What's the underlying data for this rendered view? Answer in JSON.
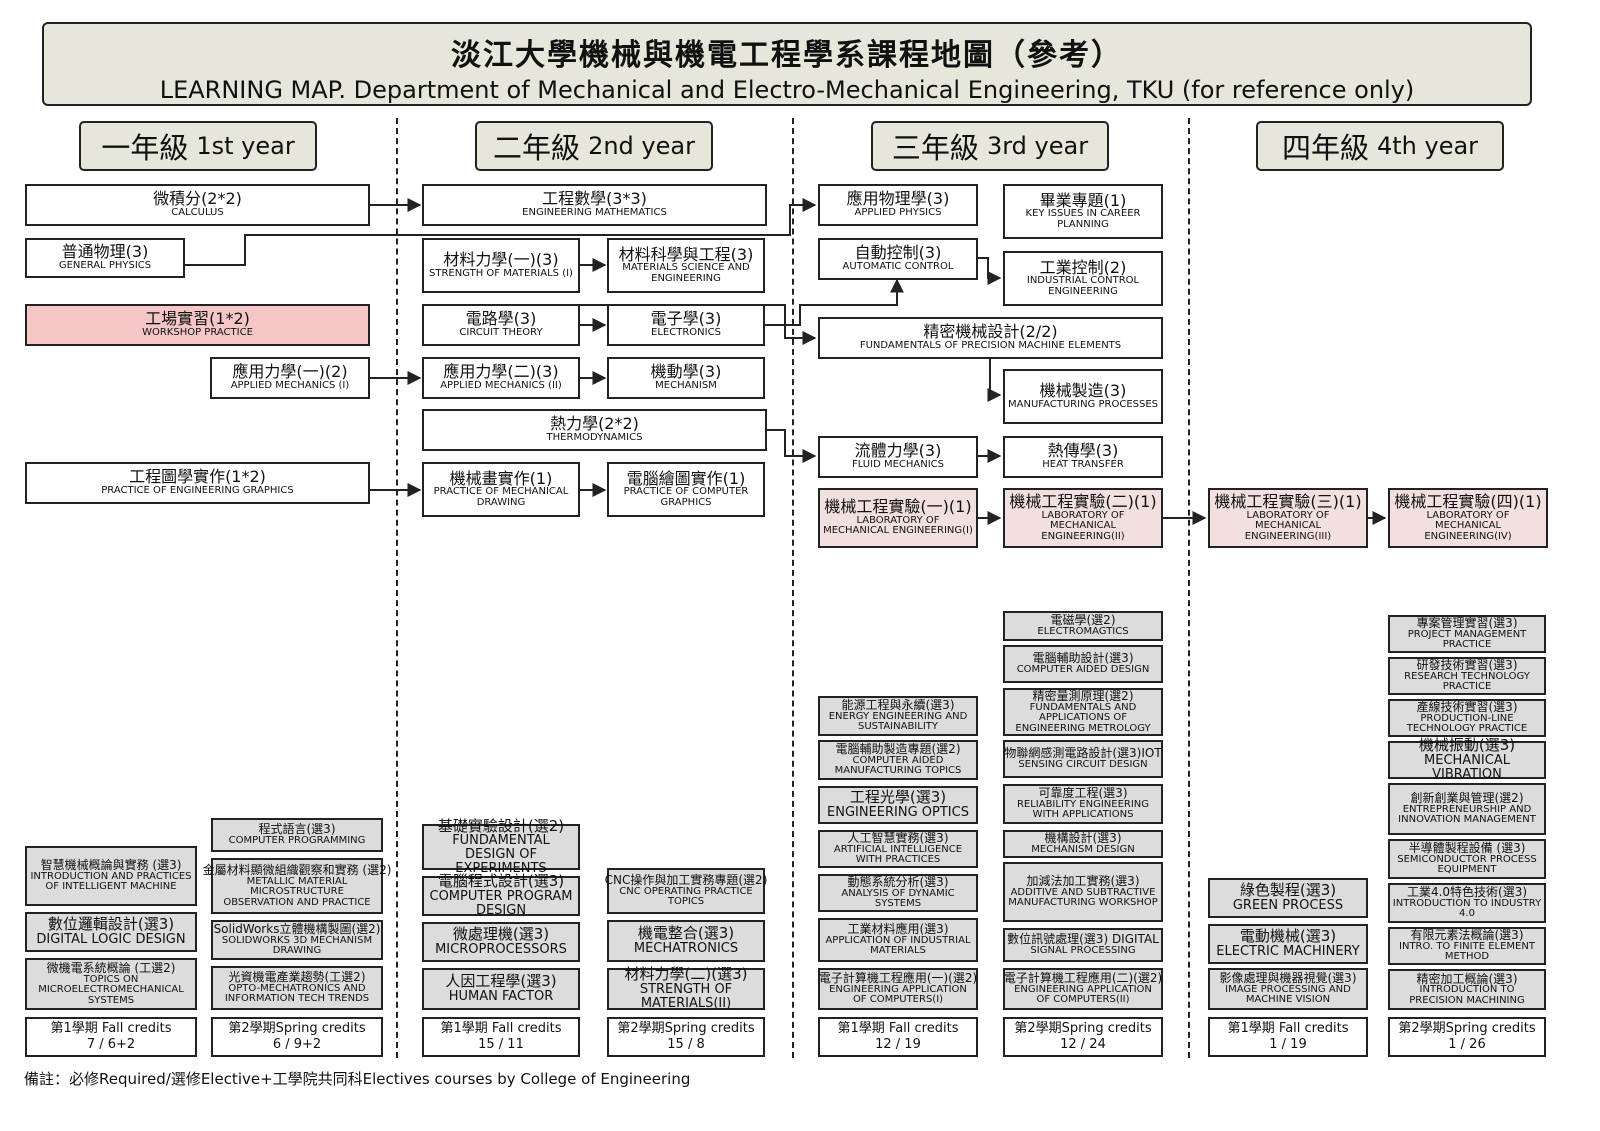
{
  "title": {
    "zh": "淡江大學機械與機電工程學系課程地圖（參考）",
    "en": "LEARNING MAP. Department of Mechanical and Electro-Mechanical Engineering, TKU (for reference only)"
  },
  "years": [
    {
      "zh": "一年級",
      "en": "1st year"
    },
    {
      "zh": "二年級",
      "en": "2nd year"
    },
    {
      "zh": "三年級",
      "en": "3rd year"
    },
    {
      "zh": "四年級",
      "en": "4th year"
    }
  ],
  "courses": {
    "calculus": {
      "zh": "微積分(2*2)",
      "en": "CALCULUS"
    },
    "physics": {
      "zh": "普通物理(3)",
      "en": "GENERAL PHYSICS"
    },
    "workshop": {
      "zh": "工場實習(1*2)",
      "en": "WORKSHOP PRACTICE"
    },
    "applied_mech1": {
      "zh": "應用力學(一)(2)",
      "en": "APPLIED MECHANICS (I)"
    },
    "eng_graphics": {
      "zh": "工程圖學實作(1*2)",
      "en": "PRACTICE OF ENGINEERING GRAPHICS"
    },
    "eng_math": {
      "zh": "工程數學(3*3)",
      "en": "ENGINEERING MATHEMATICS"
    },
    "strength1": {
      "zh": "材料力學(一)(3)",
      "en": "STRENGTH OF MATERIALS (I)"
    },
    "materials": {
      "zh": "材料科學與工程(3)",
      "en": "MATERIALS SCIENCE AND ENGINEERING"
    },
    "circuit": {
      "zh": "電路學(3)",
      "en": "CIRCUIT THEORY"
    },
    "electronics": {
      "zh": "電子學(3)",
      "en": "ELECTRONICS"
    },
    "applied_mech2": {
      "zh": "應用力學(二)(3)",
      "en": "APPLIED MECHANICS (II)"
    },
    "mechanism": {
      "zh": "機動學(3)",
      "en": "MECHANISM"
    },
    "thermo": {
      "zh": "熱力學(2*2)",
      "en": "THERMODYNAMICS"
    },
    "mech_drawing": {
      "zh": "機械畫實作(1)",
      "en": "PRACTICE OF MECHANICAL DRAWING"
    },
    "comp_graphics": {
      "zh": "電腦繪圖實作(1)",
      "en": "PRACTICE OF COMPUTER GRAPHICS"
    },
    "applied_physics": {
      "zh": "應用物理學(3)",
      "en": "APPLIED PHYSICS"
    },
    "auto_control": {
      "zh": "自動控制(3)",
      "en": "AUTOMATIC CONTROL"
    },
    "precision": {
      "zh": "精密機械設計(2/2)",
      "en": "FUNDAMENTALS OF PRECISION MACHINE ELEMENTS"
    },
    "fluid": {
      "zh": "流體力學(3)",
      "en": "FLUID MECHANICS"
    },
    "capstone": {
      "zh": "畢業專題(1)",
      "en": "KEY ISSUES IN CAREER PLANNING"
    },
    "ind_control": {
      "zh": "工業控制(2)",
      "en": "INDUSTRIAL CONTROL ENGINEERING"
    },
    "manufacturing": {
      "zh": "機械製造(3)",
      "en": "MANUFACTURING PROCESSES"
    },
    "heat": {
      "zh": "熱傳學(3)",
      "en": "HEAT TRANSFER"
    },
    "lab1": {
      "zh": "機械工程實驗(一)(1)",
      "en": "LABORATORY OF MECHANICAL ENGINEERING(I)"
    },
    "lab2": {
      "zh": "機械工程實驗(二)(1)",
      "en": "LABORATORY OF MECHANICAL ENGINEERING(II)"
    },
    "lab3": {
      "zh": "機械工程實驗(三)(1)",
      "en": "LABORATORY OF MECHANICAL ENGINEERING(III)"
    },
    "lab4": {
      "zh": "機械工程實驗(四)(1)",
      "en": "LABORATORY OF MECHANICAL ENGINEERING(IV)"
    }
  },
  "electives": {
    "y1_fall": [
      {
        "zh": "智慧機械概論與實務 (選3)",
        "en": "INTRODUCTION AND PRACTICES OF INTELLIGENT MACHINE"
      },
      {
        "zh": "數位邏輯設計(選3)",
        "en": "DIGITAL LOGIC DESIGN"
      },
      {
        "zh": "微機電系統概論 (工選2)",
        "en": "TOPICS ON MICROELECTROMECHANICAL SYSTEMS"
      }
    ],
    "y1_spring": [
      {
        "zh": "程式語言(選3)",
        "en": "COMPUTER PROGRAMMING"
      },
      {
        "zh": "金屬材料顯微組織觀察和實務 (選2)",
        "en": "METALLIC MATERIAL MICROSTRUCTURE OBSERVATION AND PRACTICE"
      },
      {
        "zh": "SolidWorks立體機構製圖(選2)",
        "en": "SOLIDWORKS 3D MECHANISM DRAWING"
      },
      {
        "zh": "光資機電產業趨勢(工選2)",
        "en": "OPTO-MECHATRONICS AND INFORMATION TECH TRENDS"
      }
    ],
    "y2_fall": [
      {
        "zh": "基礎實驗設計(選2)",
        "en": "FUNDAMENTAL DESIGN OF EXPERIMENTS"
      },
      {
        "zh": "電腦程式設計(選3)",
        "en": "COMPUTER PROGRAM DESIGN"
      },
      {
        "zh": "微處理機(選3)",
        "en": "MICROPROCESSORS"
      },
      {
        "zh": "人因工程學(選3)",
        "en": "HUMAN FACTOR"
      }
    ],
    "y2_spring": [
      {
        "zh": "CNC操作與加工實務專題(選2)",
        "en": "CNC OPERATING PRACTICE TOPICS"
      },
      {
        "zh": "機電整合(選3)",
        "en": "MECHATRONICS"
      },
      {
        "zh": "材料力學(二)(選3)",
        "en": "STRENGTH OF MATERIALS(II)"
      }
    ],
    "y3_fall": [
      {
        "zh": "能源工程與永續(選3)",
        "en": "ENERGY ENGINEERING AND SUSTAINABILITY"
      },
      {
        "zh": "電腦輔助製造專題(選2)",
        "en": "COMPUTER AIDED MANUFACTURING TOPICS"
      },
      {
        "zh": "工程光學(選3)",
        "en": "ENGINEERING OPTICS"
      },
      {
        "zh": "人工智慧實務(選3)",
        "en": "ARTIFICIAL INTELLIGENCE WITH PRACTICES"
      },
      {
        "zh": "動態系統分析(選3)",
        "en": "ANALYSIS OF DYNAMIC SYSTEMS"
      },
      {
        "zh": "工業材料應用(選3)",
        "en": "APPLICATION OF INDUSTRIAL MATERIALS"
      },
      {
        "zh": "電子計算機工程應用(一)(選2)",
        "en": "ENGINEERING APPLICATION OF COMPUTERS(I)"
      }
    ],
    "y3_spring": [
      {
        "zh": "電磁學(選2)",
        "en": "ELECTROMAGTICS"
      },
      {
        "zh": "電腦輔助設計(選3)",
        "en": "COMPUTER AIDED DESIGN"
      },
      {
        "zh": "精密量測原理(選2)",
        "en": "FUNDAMENTALS AND APPLICATIONS OF ENGINEERING METROLOGY"
      },
      {
        "zh": "物聯網感測電路設計(選3)IOT",
        "en": "SENSING CIRCUIT DESIGN"
      },
      {
        "zh": "可靠度工程(選3)",
        "en": "RELIABILITY ENGINEERING WITH APPLICATIONS"
      },
      {
        "zh": "機構設計(選3)",
        "en": "MECHANISM DESIGN"
      },
      {
        "zh": "加減法加工實務(選3)",
        "en": "ADDITIVE AND SUBTRACTIVE MANUFACTURING WORKSHOP"
      },
      {
        "zh": "數位訊號處理(選3) DIGITAL",
        "en": "SIGNAL PROCESSING"
      },
      {
        "zh": "電子計算機工程應用(二)(選2)",
        "en": "ENGINEERING APPLICATION OF COMPUTERS(II)"
      }
    ],
    "y4_fall": [
      {
        "zh": "綠色製程(選3)",
        "en": "GREEN PROCESS"
      },
      {
        "zh": "電動機械(選3)",
        "en": "ELECTRIC MACHINERY"
      },
      {
        "zh": "影像處理與機器視覺(選3)",
        "en": "IMAGE PROCESSING AND MACHINE VISION"
      }
    ],
    "y4_spring": [
      {
        "zh": "專案管理實習(選3)",
        "en": "PROJECT MANAGEMENT PRACTICE"
      },
      {
        "zh": "研發技術實習(選3)",
        "en": "RESEARCH TECHNOLOGY PRACTICE"
      },
      {
        "zh": "產線技術實習(選3)",
        "en": "PRODUCTION-LINE TECHNOLOGY PRACTICE"
      },
      {
        "zh": "機械振動(選3)",
        "en": "MECHANICAL VIBRATION"
      },
      {
        "zh": "創新創業與管理(選2)",
        "en": "ENTREPRENEURSHIP AND INNOVATION MANAGEMENT"
      },
      {
        "zh": "半導體製程設備 (選3)",
        "en": "SEMICONDUCTOR PROCESS EQUIPMENT"
      },
      {
        "zh": "工業4.0特色技術(選3)",
        "en": "INTRODUCTION TO INDUSTRY 4.0"
      },
      {
        "zh": "有限元素法概論(選3)",
        "en": "INTRO. TO FINITE ELEMENT METHOD"
      },
      {
        "zh": "精密加工概論(選3)",
        "en": "INTRODUCTION TO PRECISION MACHINING"
      }
    ]
  },
  "credits": [
    {
      "label": "第1學期 Fall credits",
      "value": "7 / 6+2"
    },
    {
      "label": "第2學期Spring credits",
      "value": "6 / 9+2"
    },
    {
      "label": "第1學期 Fall credits",
      "value": "15 / 11"
    },
    {
      "label": "第2學期Spring credits",
      "value": "15 / 8"
    },
    {
      "label": "第1學期 Fall credits",
      "value": "12 / 19"
    },
    {
      "label": "第2學期Spring credits",
      "value": "12 / 24"
    },
    {
      "label": "第1學期 Fall credits",
      "value": "1 / 19"
    },
    {
      "label": "第2學期Spring credits",
      "value": "1 / 26"
    }
  ],
  "footnote": "備註：必修Required/選修Elective+工學院共同科Electives courses by College of Engineering",
  "colors": {
    "header": "#e6e6da",
    "workshop": "#f5c6c6",
    "lab": "#f2e0e0",
    "college_elective": "#f8c8a0",
    "elective": "#dcdcdc"
  }
}
